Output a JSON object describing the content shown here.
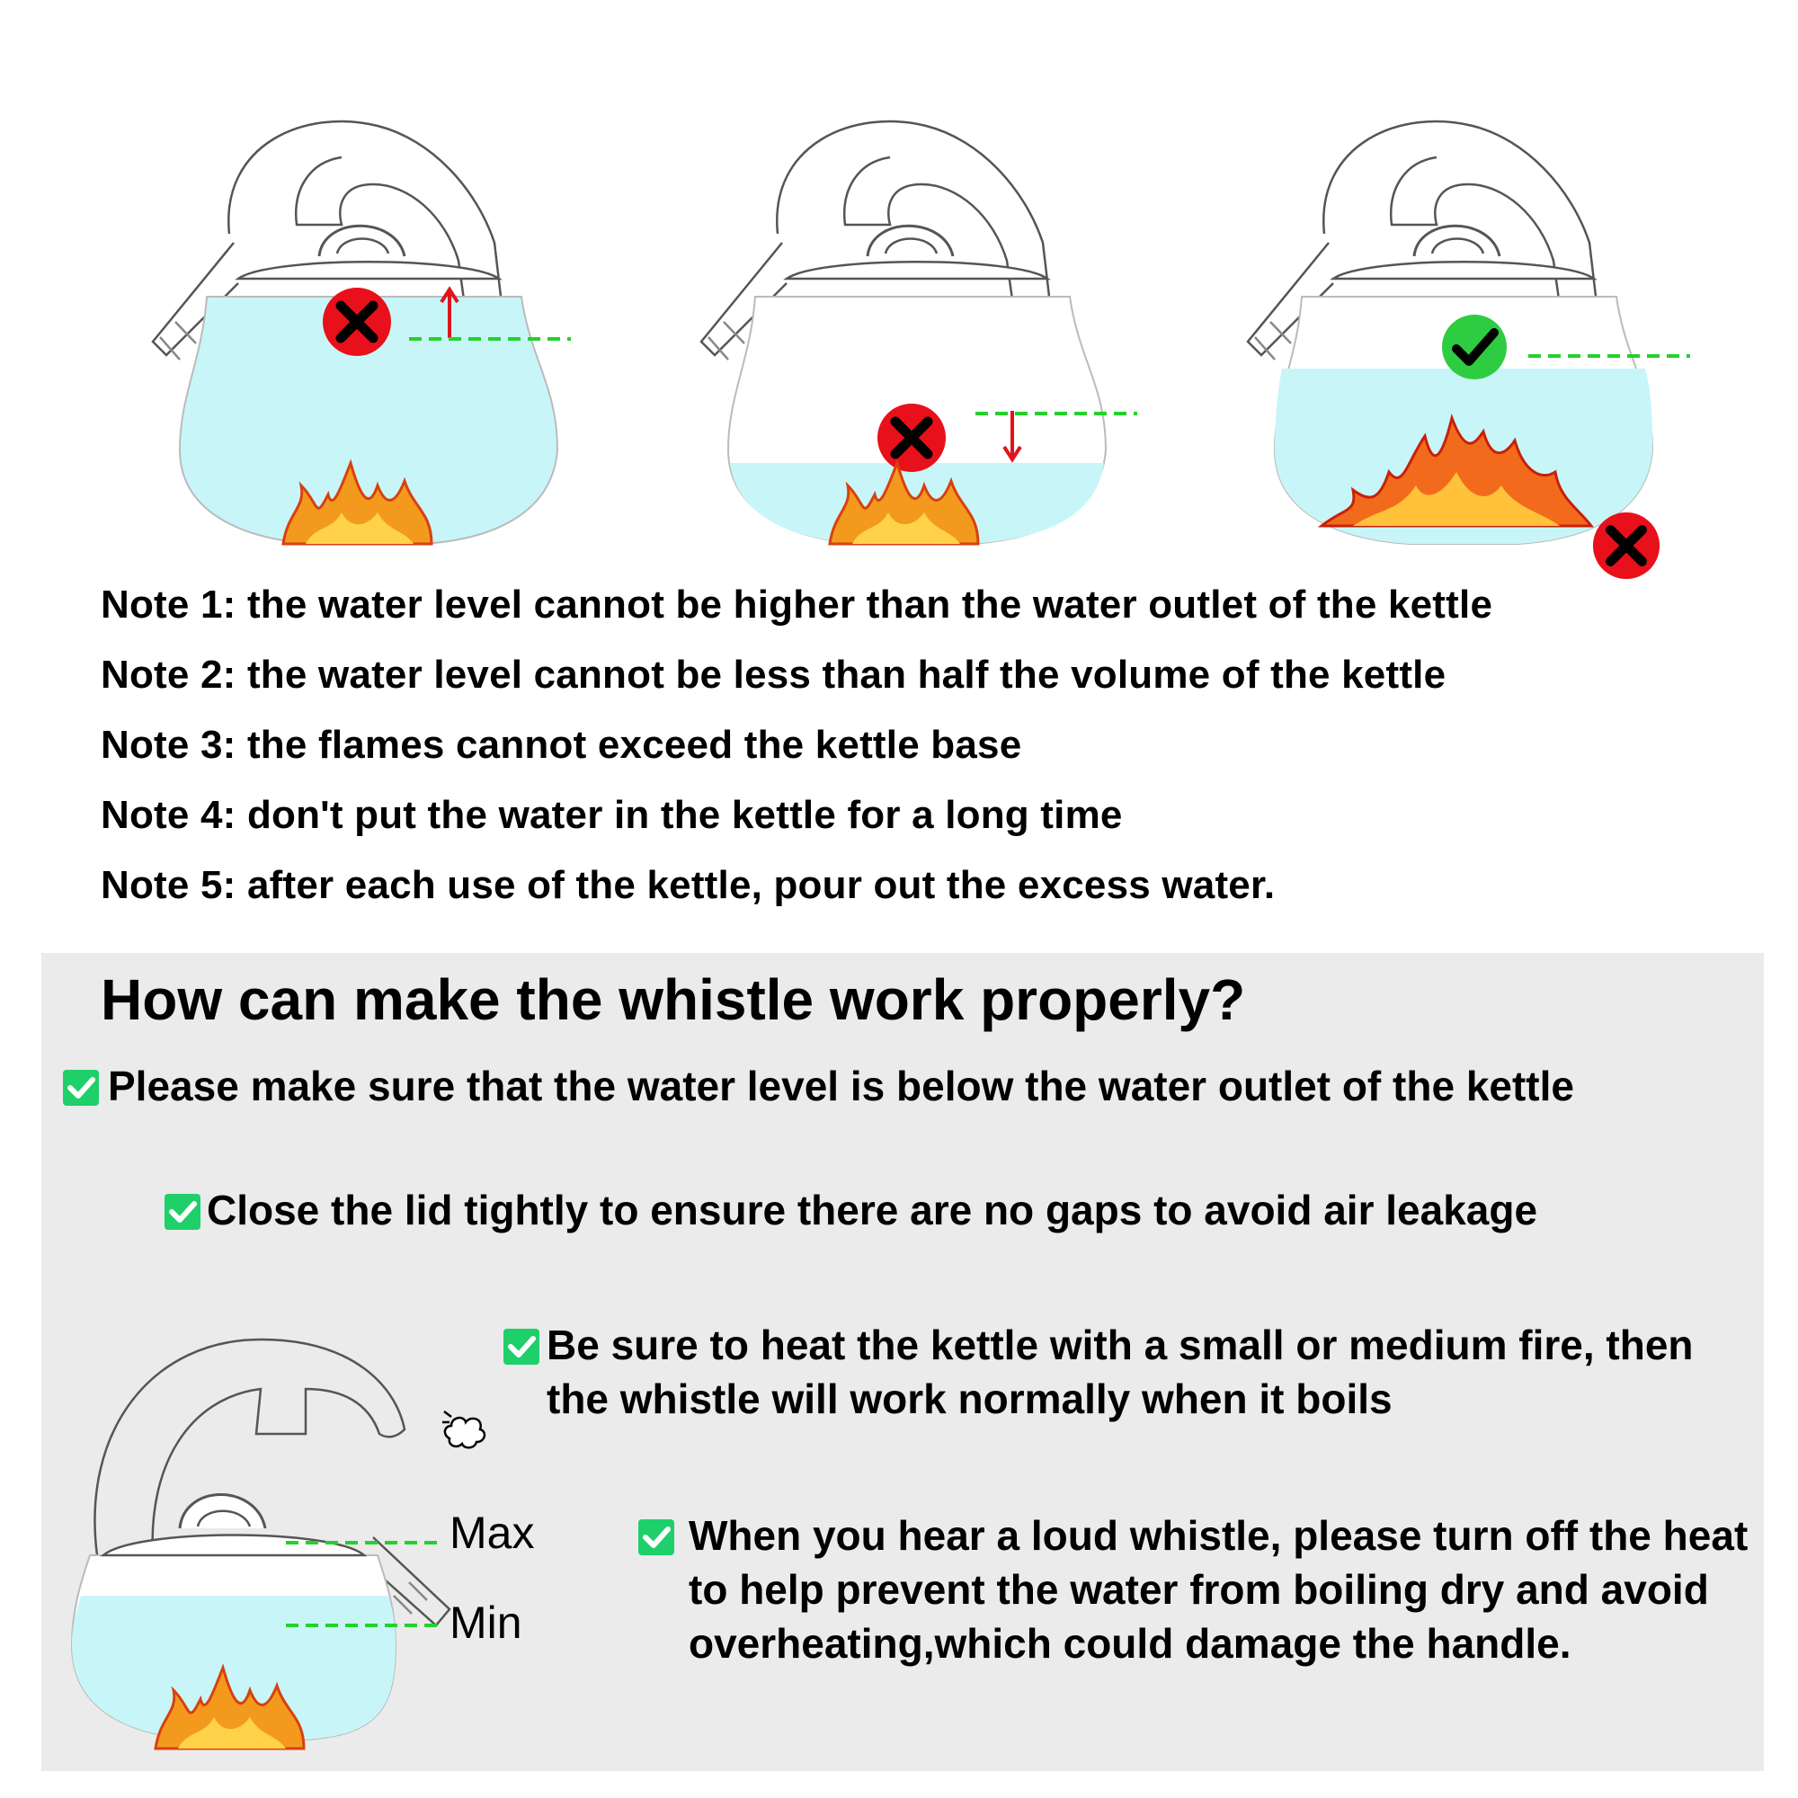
{
  "notes": [
    "Note 1: the water level cannot be higher than the water outlet of the kettle",
    "Note 2: the water level cannot be less than half the volume of the kettle",
    "Note 3: the flames cannot exceed the kettle base",
    "Note 4: don't put the water in the kettle for a long time",
    "Note 5: after each use of the kettle, pour out the excess water."
  ],
  "section": {
    "heading": "How can make the whistle work properly?",
    "tips": [
      "Please make sure that the water level is below the water outlet of the kettle",
      "Close the lid tightly to ensure there are no gaps to avoid air leakage",
      "Be sure to heat the kettle with a small or medium fire, then the whistle will work normally when it boils",
      "When you hear a loud whistle, please turn off the heat to help prevent the water from boiling dry and avoid overheating,which could damage the handle."
    ]
  },
  "levels": {
    "max": "Max",
    "min": "Min"
  },
  "colors": {
    "water": "#c8f6f8",
    "wrong": "#e8101a",
    "right": "#2ecc40",
    "guide": "#24d12c",
    "arrow": "#e0151b",
    "check": "#1fcf6a",
    "panel": "#ebebeb"
  },
  "icons": [
    "wrong-icon",
    "correct-icon",
    "flame-icon",
    "check-icon",
    "steam-icon",
    "arrow-up-icon",
    "arrow-down-icon"
  ]
}
